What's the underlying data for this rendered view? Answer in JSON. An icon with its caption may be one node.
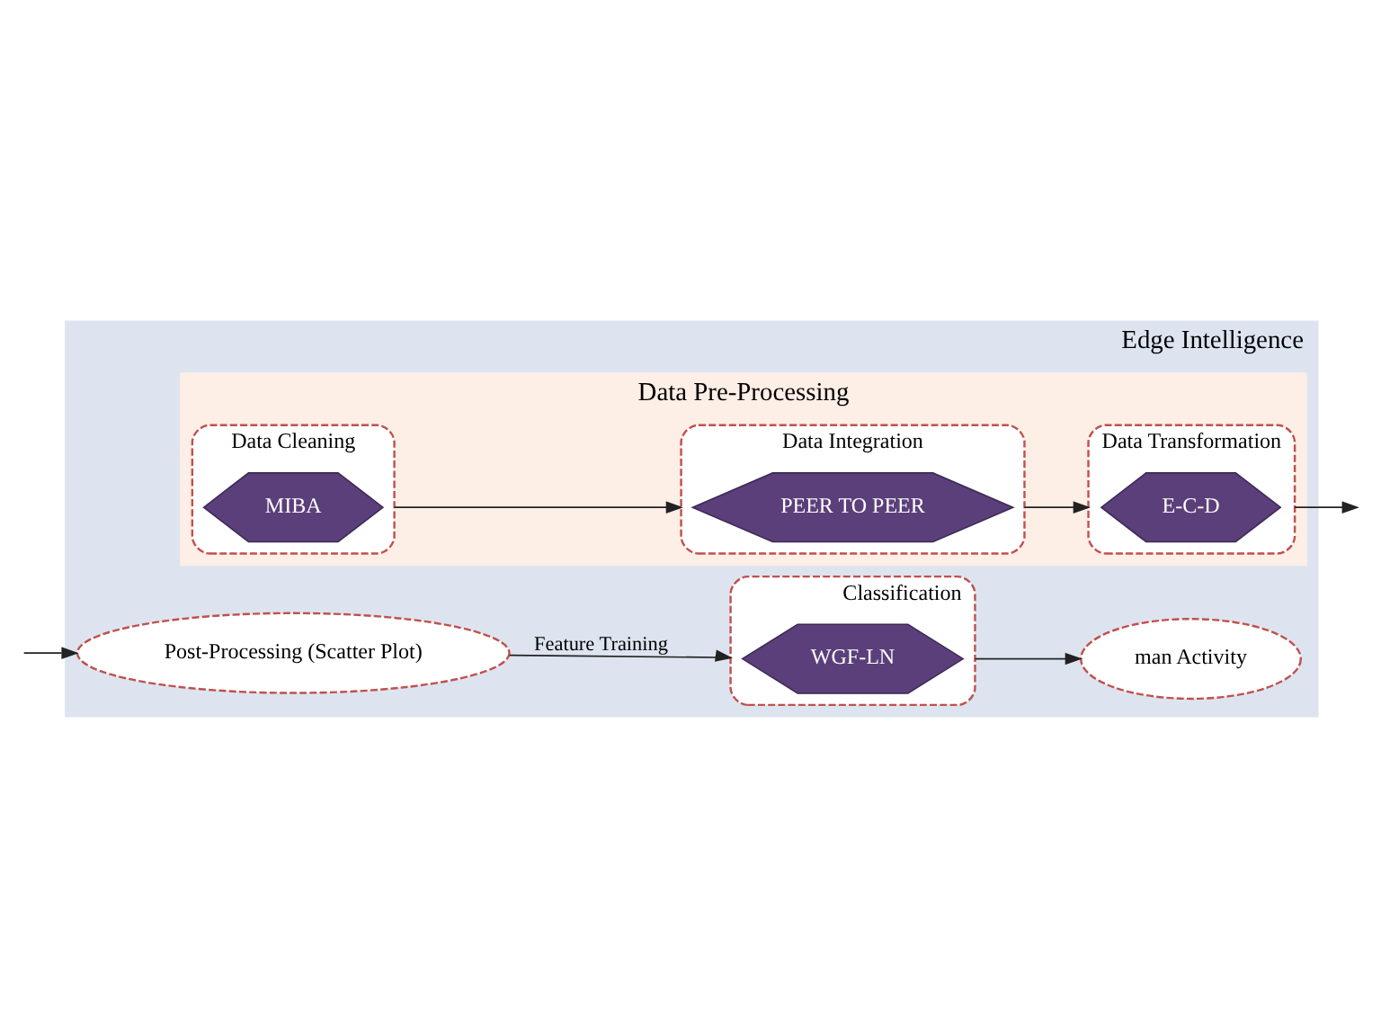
{
  "diagram": {
    "nodes": [
      {
        "text": [
          "Edge Intelligence"
        ]
      },
      {
        "text": [
          "Data Pre-Processing"
        ],
        "in": 0
      },
      {
        "text": [
          "Data Cleaning"
        ],
        "in": 1
      },
      {
        "text": [
          "MIBA"
        ],
        "in": 2
      },
      {
        "text": [
          "Data Integration"
        ],
        "in": 1
      },
      {
        "text": [
          "PEER TO PEER"
        ],
        "in": 4
      },
      {
        "text": [
          "Data Transformation"
        ],
        "in": 1
      },
      {
        "text": [
          "E-C-D"
        ],
        "in": 6
      },
      {
        "text": [
          "Post-Processing (Scatter Plot)"
        ],
        "in": 0
      },
      {
        "text": [
          "Classification"
        ],
        "in": 0
      },
      {
        "text": [
          "WGF-LN"
        ],
        "in": 9
      },
      {
        "text": [
          "man Activity"
        ],
        "in": 0
      }
    ],
    "edges": [
      {
        "from": 2,
        "to": 4,
        "arrow": "to"
      },
      {
        "from": 4,
        "to": 6,
        "arrow": "to"
      },
      {
        "from": 6,
        "to": null,
        "arrow": "to"
      },
      {
        "from": null,
        "to": 8,
        "arrow": "to"
      },
      {
        "from": 8,
        "to": 9,
        "arrow": "to",
        "label": "Feature Training"
      },
      {
        "from": 9,
        "to": 11,
        "arrow": "to"
      }
    ]
  }
}
